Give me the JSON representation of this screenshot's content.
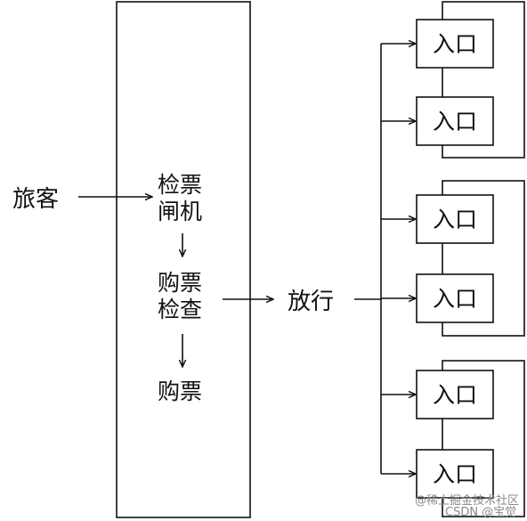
{
  "diagram": {
    "passenger": "旅客",
    "gate_line1": "检票",
    "gate_line2": "闸机",
    "purchase_line1": "购票",
    "purchase_line2": "检查",
    "buy": "购票",
    "release": "放行",
    "entrance": "入口",
    "entrance_count": 6,
    "group_count": 3
  },
  "watermark": {
    "line1": "@稀土掘金技术社区",
    "line2": "CSDN @宝觉"
  },
  "colors": {
    "line": "#111111",
    "text": "#111111",
    "watermark": "#8a8a8a",
    "background": "#ffffff"
  }
}
